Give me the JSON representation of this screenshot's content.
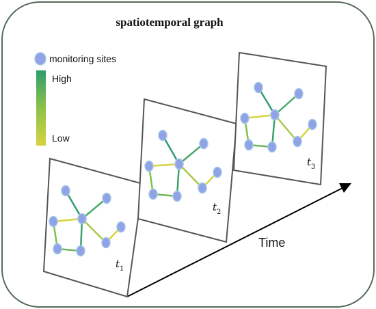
{
  "title": "spatiotemporal graph",
  "legend": {
    "node_label": "monitoring sites",
    "high_label": "High",
    "low_label": "Low"
  },
  "axis": {
    "time_label": "Time"
  },
  "frames": [
    {
      "label": "t",
      "sub": "1"
    },
    {
      "label": "t",
      "sub": "2"
    },
    {
      "label": "t",
      "sub": "3"
    }
  ],
  "colors": {
    "border": "#556b5a",
    "frame": "#555555",
    "node_fill": "#8fa3e6",
    "node_stroke": "#a6c8e6",
    "high": "#2e9d6c",
    "mid": "#8cc24a",
    "low": "#d6d33f",
    "arrow": "#000000"
  }
}
